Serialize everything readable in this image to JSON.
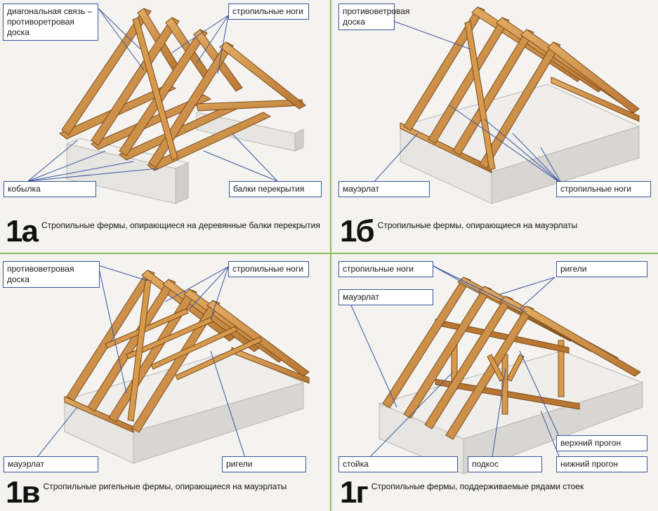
{
  "panels": [
    {
      "id": "1a",
      "number": "1а",
      "caption": "Стропильные фермы, опирающиеся на деревянные балки перекрытия",
      "labels": {
        "diag": "диагональная связь –\nпротиворетровая\nдоска",
        "rafters": "стропильные ноги",
        "kobylka": "кобылка",
        "beams": "балки перекрытия"
      }
    },
    {
      "id": "1b",
      "number": "1б",
      "caption": "Стропильные фермы, опирающиеся на мауэрлаты",
      "labels": {
        "wind": "противоветровая\nдоска",
        "mauerlat": "мауэрлат",
        "rafters": "стропильные ноги"
      }
    },
    {
      "id": "1v",
      "number": "1в",
      "caption": "Стропильные ригельные фермы, опирающиеся на мауэрлаты",
      "labels": {
        "wind": "противоветровая\nдоска",
        "rafters": "стропильные ноги",
        "mauerlat": "мауэрлат",
        "rigeli": "ригели"
      }
    },
    {
      "id": "1g",
      "number": "1г",
      "caption": "Стропильные фермы, поддерживаемые рядами стоек",
      "labels": {
        "rafters": "стропильные ноги",
        "mauerlat": "мауэрлат",
        "rigeli": "ригели",
        "upper": "верхний прогон",
        "stoyka": "стойка",
        "podkos": "подкос",
        "lower": "нижний прогон"
      }
    }
  ],
  "colors": {
    "wood": "#c98a3c",
    "wood_dark": "#8b5520",
    "wood_light": "#e2ab62",
    "wall": "#e4e3e0",
    "wall_side": "#c9c8c4",
    "leader": "#3a55a0",
    "divider": "#8cbf5b"
  }
}
